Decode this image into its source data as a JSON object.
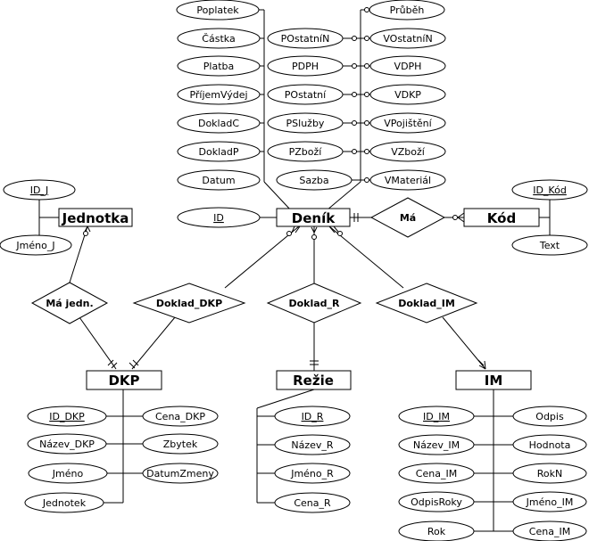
{
  "entities": [
    {
      "id": "jednotka",
      "label": "Jednotka"
    },
    {
      "id": "denik",
      "label": "Deník"
    },
    {
      "id": "kod",
      "label": "Kód"
    },
    {
      "id": "dkp",
      "label": "DKP"
    },
    {
      "id": "rezie",
      "label": "Režie"
    },
    {
      "id": "im",
      "label": "IM"
    }
  ],
  "relationships": [
    {
      "id": "ma",
      "label": "Má"
    },
    {
      "id": "ma_jedn",
      "label": "Má jedn."
    },
    {
      "id": "doklad_dkp",
      "label": "Doklad_DKP"
    },
    {
      "id": "doklad_r",
      "label": "Doklad_R"
    },
    {
      "id": "doklad_im",
      "label": "Doklad_IM"
    }
  ],
  "attributes": {
    "denik_left": [
      "Poplatek",
      "Částka",
      "Platba",
      "PříjemVýdej",
      "DokladC",
      "DokladP",
      "Datum"
    ],
    "denik_mid": [
      "POstatníN",
      "PDPH",
      "POstatní",
      "PSlužby",
      "PZboží",
      "Sazba"
    ],
    "denik_right": [
      "Průběh",
      "VOstatníN",
      "VDPH",
      "VDKP",
      "VPojištění",
      "VZboží",
      "VMateriál"
    ],
    "denik_key": "ID",
    "jednotka": [
      "ID_J",
      "Jméno_J"
    ],
    "kod": [
      "ID_Kód",
      "Text"
    ],
    "dkp_left": [
      "ID_DKP",
      "Název_DKP",
      "Jméno",
      "Jednotek"
    ],
    "dkp_right": [
      "Cena_DKP",
      "Zbytek",
      "DatumZmeny"
    ],
    "rezie": [
      "ID_R",
      "Název_R",
      "Jméno_R",
      "Cena_R"
    ],
    "im_left": [
      "ID_IM",
      "Název_IM",
      "Cena_IM",
      "OdpisRoky",
      "Rok"
    ],
    "im_right": [
      "Odpis",
      "Hodnota",
      "RokN",
      "Jméno_IM",
      "Cena_IM"
    ]
  }
}
